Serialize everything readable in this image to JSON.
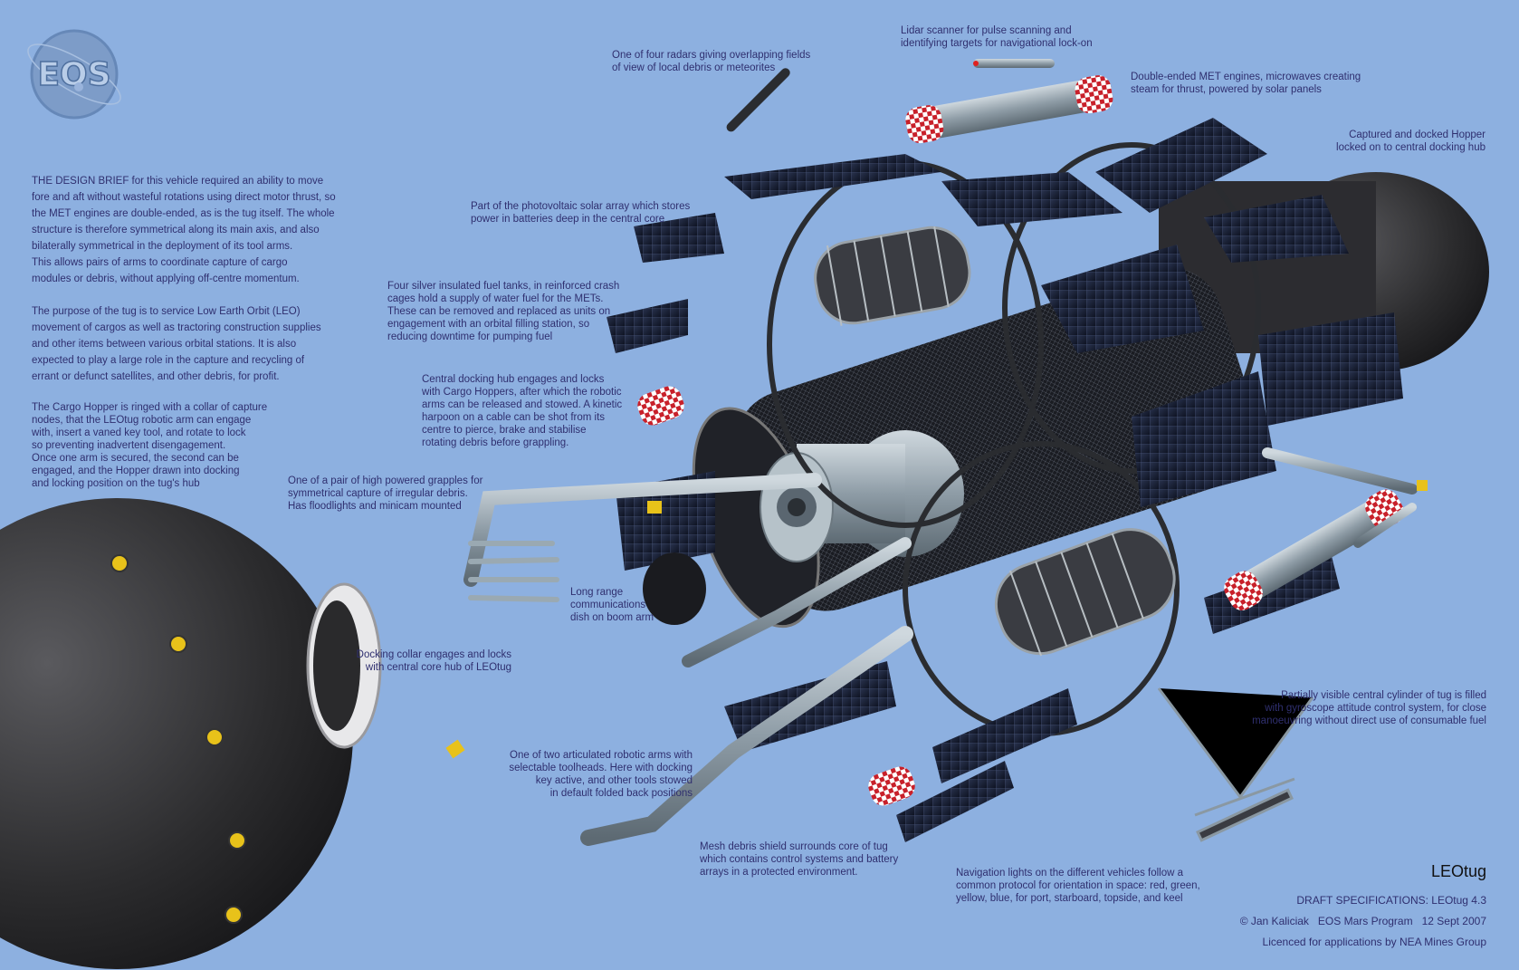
{
  "logo": {
    "text": "EOS"
  },
  "intro": {
    "paragraphs": [
      "THE DESIGN BRIEF for this vehicle required an ability to move\nfore and aft without wasteful rotations using direct motor thrust, so\nthe MET engines are double-ended, as is the tug itself. The whole\nstructure is therefore symmetrical along its main axis, and also\nbilaterally symmetrical in the deployment of its tool arms.\nThis allows pairs of arms to coordinate capture of cargo\nmodules or debris, without applying off-centre momentum.",
      "The purpose of the tug is to service Low Earth Orbit (LEO)\nmovement of cargos as well as tractoring construction supplies\nand other items between various orbital stations. It is also\nexpected to play a large role in the capture and recycling of\nerrant or defunct satellites, and other debris, for profit.",
      "The Cargo Hopper is ringed with a collar of capture\nnodes, that the LEOtug robotic arm can engage\nwith, insert a vaned key tool, and rotate to lock\nso preventing inadvertent disengagement.\nOnce one arm is secured, the second can be\nengaged, and the Hopper drawn into docking\nand locking position on the tug's hub"
    ]
  },
  "callouts": {
    "radar": "One of four radars giving overlapping fields\nof view of local debris or meteorites",
    "lidar": "Lidar scanner for pulse scanning and\nidentifying targets for navigational lock-on",
    "met_engines": "Double-ended MET engines, microwaves creating\nsteam for thrust, powered by solar panels",
    "hopper_docked": "Captured and docked Hopper\nlocked on to central docking hub",
    "solar_array": "Part of the photovoltaic solar array which stores\npower in batteries deep in the central core",
    "fuel_tanks": "Four silver insulated fuel tanks, in reinforced crash\ncages hold a supply of water fuel for the METs.\nThese can be removed and replaced as units on\nengagement with an orbital filling station, so\nreducing downtime for pumping fuel",
    "docking_hub": "Central docking hub engages and locks\nwith Cargo Hoppers, after which the robotic\narms can be released and stowed. A kinetic\nharpoon on a cable can be shot from its\ncentre to pierce, brake and stabilise\nrotating debris before grappling.",
    "grapples": "One of a pair of high powered grapples for\nsymmetrical capture of irregular debris.\nHas floodlights and minicam mounted",
    "comms_dish": "Long range\ncommunications\ndish on boom arm",
    "docking_collar": "Docking collar engages and locks\nwith central core hub of LEOtug",
    "robotic_arm": "One of two articulated robotic arms with\nselectable toolheads. Here with docking\nkey active, and other tools stowed\nin default folded back positions",
    "mesh_shield": "Mesh debris shield surrounds core of tug\nwhich contains control systems and battery\narrays in a protected environment.",
    "nav_lights": "Navigation lights on the different vehicles follow a\ncommon protocol for orientation in space: red, green,\nyellow, blue, for port, starboard, topside, and keel",
    "gyroscope": "Partially visible central cylinder of tug is filled\nwith gyroscope attitude control system, for close\nmanoeuvring without direct use of consumable fuel"
  },
  "credits": {
    "title": "LEOtug",
    "spec": "DRAFT SPECIFICATIONS: LEOtug 4.3",
    "copyright": "© Jan Kaliciak   EOS Mars Program   12 Sept 2007",
    "licence": "Licenced for applications by NEA Mines Group"
  },
  "colors": {
    "background": "#8db0e0",
    "text": "#2f2f6f",
    "structure": "#9aa9b2",
    "solar_panel": "#1d2436",
    "engine_red": "#c8202a",
    "tool_yellow": "#e8c21a",
    "hopper_dark": "#2b2b2d"
  }
}
